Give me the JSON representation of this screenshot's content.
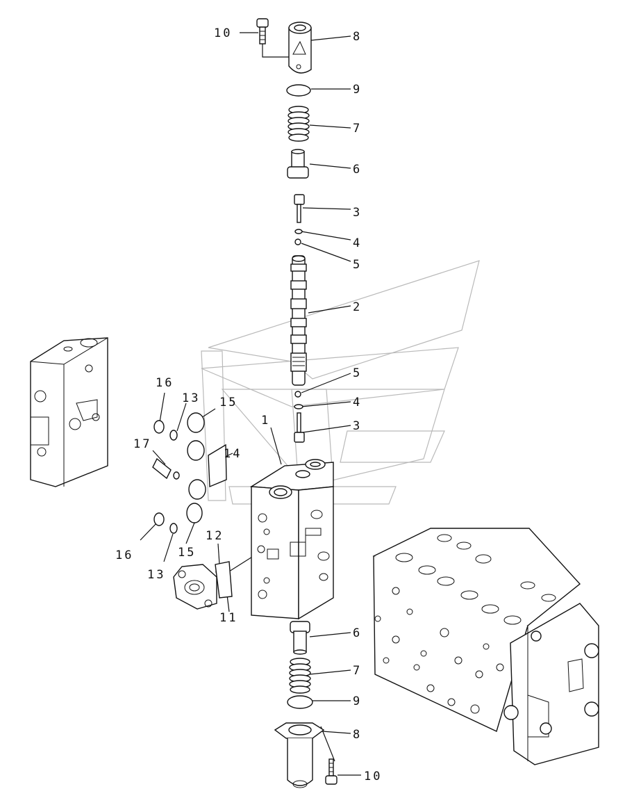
{
  "callouts": [
    {
      "id": "c10a",
      "text": "10"
    },
    {
      "id": "c8a",
      "text": "8"
    },
    {
      "id": "c9a",
      "text": "9"
    },
    {
      "id": "c7a",
      "text": "7"
    },
    {
      "id": "c6a",
      "text": "6"
    },
    {
      "id": "c3a",
      "text": "3"
    },
    {
      "id": "c4a",
      "text": "4"
    },
    {
      "id": "c5a",
      "text": "5"
    },
    {
      "id": "c2",
      "text": "2"
    },
    {
      "id": "c5b",
      "text": "5"
    },
    {
      "id": "c4b",
      "text": "4"
    },
    {
      "id": "c3b",
      "text": "3"
    },
    {
      "id": "c1",
      "text": "1"
    },
    {
      "id": "c16a",
      "text": "16"
    },
    {
      "id": "c13a",
      "text": "13"
    },
    {
      "id": "c15a",
      "text": "15"
    },
    {
      "id": "c17",
      "text": "17"
    },
    {
      "id": "c14",
      "text": "14"
    },
    {
      "id": "c16b",
      "text": "16"
    },
    {
      "id": "c15b",
      "text": "15"
    },
    {
      "id": "c13b",
      "text": "13"
    },
    {
      "id": "c12",
      "text": "12"
    },
    {
      "id": "c11",
      "text": "11"
    },
    {
      "id": "c6b",
      "text": "6"
    },
    {
      "id": "c7b",
      "text": "7"
    },
    {
      "id": "c9b",
      "text": "9"
    },
    {
      "id": "c8b",
      "text": "8"
    },
    {
      "id": "c10b",
      "text": "10"
    }
  ]
}
